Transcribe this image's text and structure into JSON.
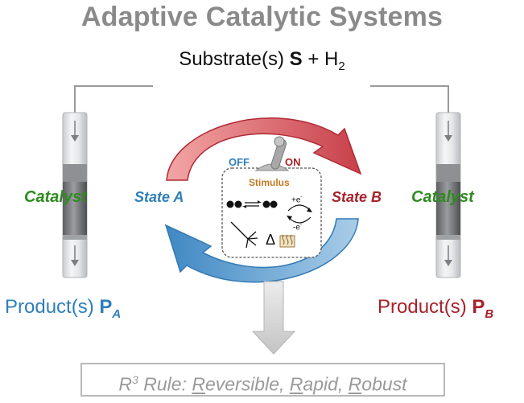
{
  "title": "Adaptive Catalytic Systems",
  "substrate": {
    "prefix": "Substrate(s) ",
    "bold": "S",
    "plus": " + H",
    "sub": "2"
  },
  "catalyst_left": "Catalyst",
  "catalyst_right": "Catalyst",
  "state_a": "State A",
  "state_b": "State B",
  "switch": {
    "off": "OFF",
    "on": "ON"
  },
  "stimulus": {
    "title": "Stimulus",
    "e_plus": "+e",
    "e_minus": "-e",
    "delta": "Δ"
  },
  "product_a": {
    "text": "Product(s) ",
    "bold": "P",
    "sub": "A"
  },
  "product_b": {
    "text": "Product(s) ",
    "bold": "P",
    "sub": "B"
  },
  "rule": {
    "prefix": "R",
    "sup": "3",
    "text": " Rule: ",
    "w1u": "R",
    "w1": "eversible, ",
    "w2u": "R",
    "w2": "apid, ",
    "w3u": "R",
    "w3": "obust"
  },
  "colors": {
    "green": "#2e8b1f",
    "blue": "#2f7fb8",
    "red": "#a8222a",
    "stimulus": "#c07a22",
    "grey": "#8a8a8a"
  }
}
